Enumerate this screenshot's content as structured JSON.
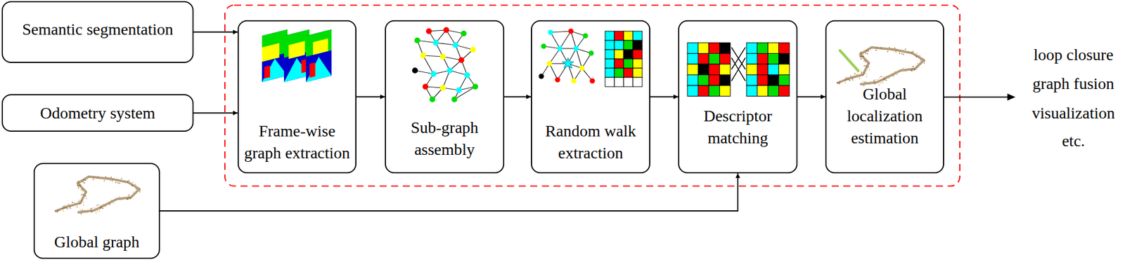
{
  "diagram": {
    "nodes": [
      {
        "text": [
          "Semantic segmentation"
        ]
      },
      {
        "text": [
          "Odometry system"
        ]
      },
      {
        "text": [
          "Global graph"
        ]
      },
      {
        "text": [
          "Frame-wise graph extraction"
        ]
      },
      {
        "text": [
          "Sub-graph assembly"
        ]
      },
      {
        "text": [
          "Random walk extraction"
        ]
      },
      {
        "text": [
          "Descriptor matching"
        ]
      },
      {
        "text": [
          "Global localization estimation"
        ]
      }
    ],
    "edges": [
      {
        "from": 0,
        "to": 3,
        "arrow": "to"
      },
      {
        "from": 1,
        "to": 3,
        "arrow": "to"
      },
      {
        "from": 3,
        "to": 4,
        "arrow": "to"
      },
      {
        "from": 4,
        "to": 5,
        "arrow": "to"
      },
      {
        "from": 5,
        "to": 6,
        "arrow": "to"
      },
      {
        "from": 2,
        "to": 6,
        "arrow": "to"
      },
      {
        "from": 6,
        "to": 7,
        "arrow": "to"
      }
    ],
    "labels": [
      "loop closure",
      "graph fusion",
      "visualization",
      "etc."
    ]
  }
}
